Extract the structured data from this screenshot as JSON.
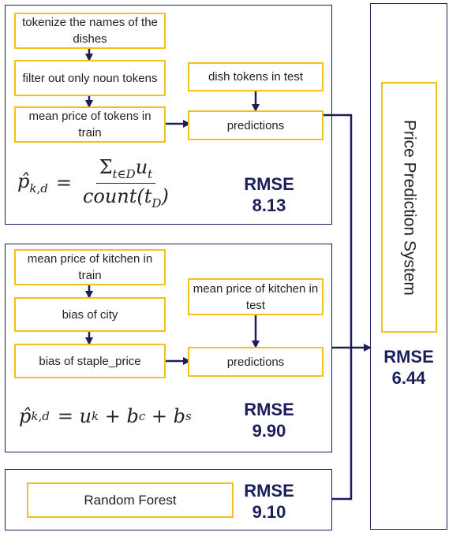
{
  "panel1": {
    "steps": [
      "tokenize the names of the dishes",
      "filter out only noun tokens",
      "mean price of tokens in train"
    ],
    "test_box": "dish tokens in test",
    "predictions": "predictions",
    "formula": {
      "lhs": "p̂",
      "lhs_sub": "k,d",
      "eq": "=",
      "num": "Σ",
      "num_sub": "t∈D",
      "num_u": "u",
      "num_u_sub": "t",
      "den": "count(t",
      "den_sub": "D",
      "den_close": ")"
    },
    "rmse_label": "RMSE",
    "rmse_value": "8.13"
  },
  "panel2": {
    "steps": [
      "mean price of kitchen in train",
      "bias of city",
      "bias of staple_price"
    ],
    "test_box": "mean price of kitchen in test",
    "predictions": "predictions",
    "formula": {
      "lhs": "p̂",
      "lhs_sub": "k,d",
      "eq": "= u",
      "u_sub": "k",
      "plus1": " + b",
      "b1_sub": "c",
      "plus2": " + b",
      "b2_sub": "s"
    },
    "rmse_label": "RMSE",
    "rmse_value": "9.90"
  },
  "panel3": {
    "model": "Random Forest",
    "rmse_label": "RMSE",
    "rmse_value": "9.10"
  },
  "system": {
    "title": "Price Prediction System",
    "rmse_label": "RMSE",
    "rmse_value": "6.44"
  },
  "colors": {
    "navy": "#1a1f5c",
    "yellow": "#f2c21b"
  }
}
